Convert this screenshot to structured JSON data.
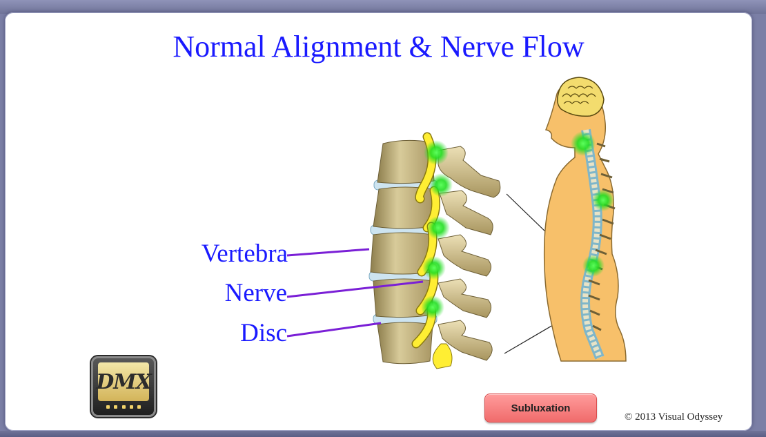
{
  "slide": {
    "title": "Normal Alignment & Nerve Flow",
    "labels": {
      "vertebra": "Vertebra",
      "nerve": "Nerve",
      "disc": "Disc"
    },
    "button_label": "Subluxation",
    "copyright": "© 2013 Visual Odyssey",
    "logo_text": "DMX"
  },
  "colors": {
    "title_text": "#1a1aff",
    "pointer_line": "#7a1fd6",
    "bone": "#cfc190",
    "nerve": "#ffee33",
    "disc": "#cde4f0",
    "body": "#f7c06a",
    "nerve_glow": "#22dd22",
    "button": "#f57a7a"
  }
}
